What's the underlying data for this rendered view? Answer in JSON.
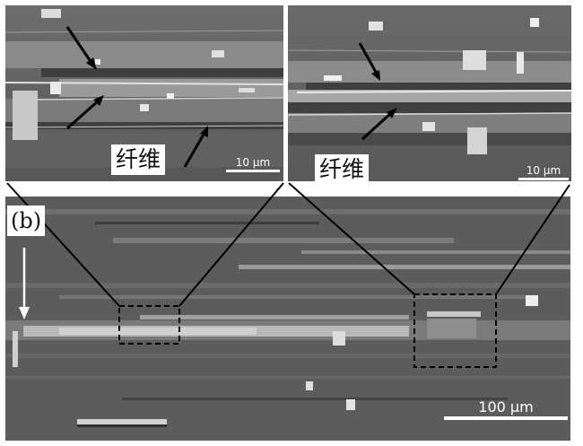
{
  "annotations": {
    "fiber_left": "纤维",
    "fiber_right": "纤维",
    "panel_label": "(b)"
  },
  "scale_bars": {
    "inset_left": "10 μm",
    "inset_right": "10 μm",
    "main": "100 μm"
  },
  "colors": {
    "sem_background": "#5e5e5e",
    "fiber_highlight": "#d8d8d8",
    "annotation_line": "#000000",
    "box_dash": "#000000"
  }
}
